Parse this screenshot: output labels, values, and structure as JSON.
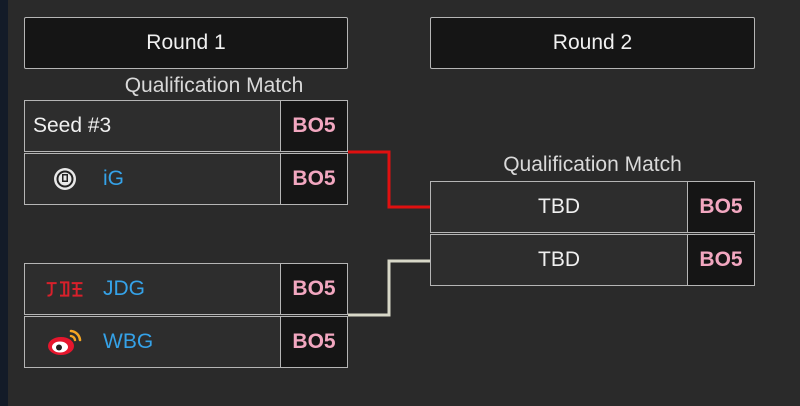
{
  "rounds": [
    {
      "label": "Round 1"
    },
    {
      "label": "Round 2"
    }
  ],
  "round1": {
    "match_label": "Qualification Match",
    "match1": [
      {
        "name": "Seed #3",
        "score": "BO5"
      },
      {
        "name": "iG",
        "score": "BO5",
        "logo": "ig-logo-icon"
      }
    ],
    "match2": [
      {
        "name": "JDG",
        "score": "BO5",
        "logo": "jdg-logo-icon"
      },
      {
        "name": "WBG",
        "score": "BO5",
        "logo": "wbg-logo-icon"
      }
    ]
  },
  "round2": {
    "match_label": "Qualification Match",
    "match1": [
      {
        "name": "TBD",
        "score": "BO5"
      },
      {
        "name": "TBD",
        "score": "BO5"
      }
    ]
  },
  "colors": {
    "background": "#2a2a2a",
    "team_name": "#35a2e8",
    "score": "#f2a7c0",
    "winner_line": "#e01010",
    "connector_line": "#d8d8c8"
  }
}
